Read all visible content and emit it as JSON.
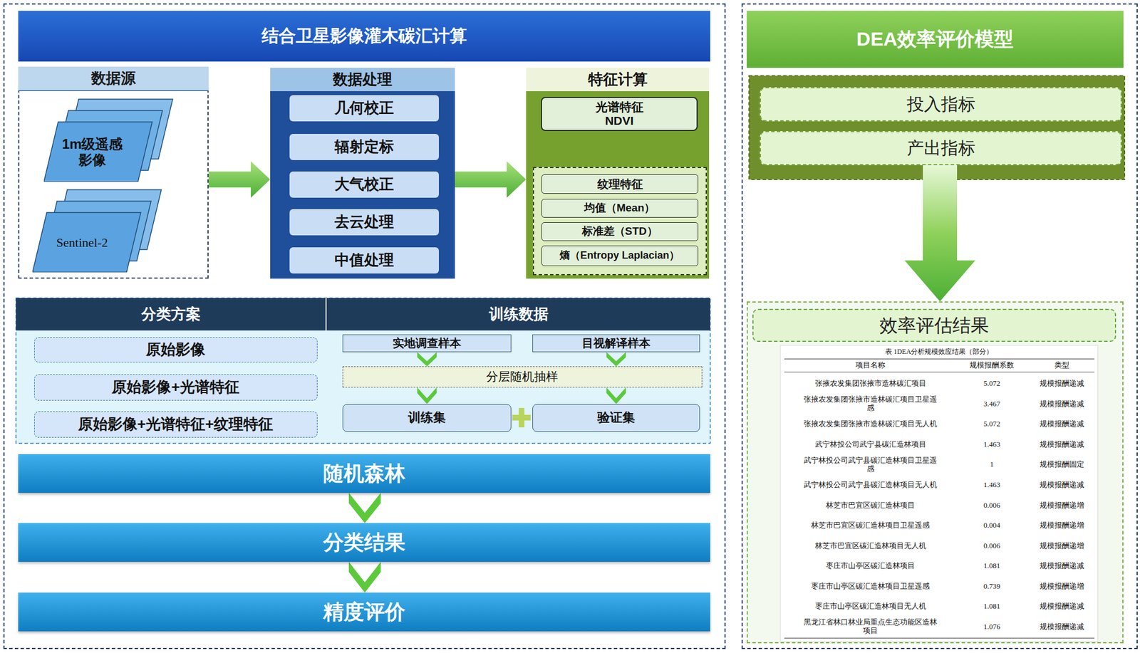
{
  "diagram": {
    "nodes": [
      {
        "text": [
          "结合卫星影像灌木碳汇计算"
        ]
      },
      {
        "text": [
          "数据源"
        ],
        "in": 0
      },
      {
        "text": [
          "1m级遥感影像"
        ],
        "in": 1
      },
      {
        "text": [
          "Sentinel-2"
        ],
        "in": 1
      },
      {
        "text": [
          "数据处理"
        ],
        "in": 0
      },
      {
        "text": [
          "几何校正"
        ],
        "in": 4
      },
      {
        "text": [
          "辐射定标"
        ],
        "in": 4
      },
      {
        "text": [
          "大气校正"
        ],
        "in": 4
      },
      {
        "text": [
          "去云处理"
        ],
        "in": 4
      },
      {
        "text": [
          "中值处理"
        ],
        "in": 4
      },
      {
        "text": [
          "特征计算"
        ],
        "in": 0
      },
      {
        "text": [
          "光谱特征 NDVI"
        ],
        "in": 10
      },
      {
        "text": [
          "纹理特征"
        ],
        "in": 10
      },
      {
        "text": [
          "均值（Mean）"
        ],
        "in": 12
      },
      {
        "text": [
          "标准差（STD）"
        ],
        "in": 12
      },
      {
        "text": [
          "熵（Entropy Laplacian）"
        ],
        "in": 12
      },
      {
        "text": [
          "分类方案"
        ],
        "in": 0
      },
      {
        "text": [
          "原始影像"
        ],
        "in": 16
      },
      {
        "text": [
          "原始影像+光谱特征"
        ],
        "in": 16
      },
      {
        "text": [
          "原始影像+光谱特征+纹理特征"
        ],
        "in": 16
      },
      {
        "text": [
          "训练数据"
        ],
        "in": 0
      },
      {
        "text": [
          "实地调查样本"
        ],
        "in": 20
      },
      {
        "text": [
          "目视解译样本"
        ],
        "in": 20
      },
      {
        "text": [
          "分层随机抽样"
        ],
        "in": 20
      },
      {
        "text": [
          "训练集"
        ],
        "in": 20
      },
      {
        "text": [
          "验证集"
        ],
        "in": 20
      },
      {
        "text": [
          "随机森林"
        ],
        "in": 0
      },
      {
        "text": [
          "分类结果"
        ],
        "in": 0
      },
      {
        "text": [
          "精度评价"
        ],
        "in": 0
      },
      {
        "text": [
          "DEA效率评价模型"
        ]
      },
      {
        "text": [
          "投入指标"
        ],
        "in": 29
      },
      {
        "text": [
          "产出指标"
        ],
        "in": 29
      },
      {
        "text": [
          "效率评估结果"
        ],
        "in": 29
      }
    ],
    "edges": [
      {
        "from": 1,
        "to": 4,
        "arrow": "to"
      },
      {
        "from": 4,
        "to": 10,
        "arrow": "to"
      },
      {
        "from": 21,
        "to": 23,
        "arrow": "to"
      },
      {
        "from": 22,
        "to": 23,
        "arrow": "to"
      },
      {
        "from": 23,
        "to": 24,
        "arrow": "to"
      },
      {
        "from": 23,
        "to": 25,
        "arrow": "to"
      },
      {
        "from": 26,
        "to": 27,
        "arrow": "to"
      },
      {
        "from": 27,
        "to": 28,
        "arrow": "to"
      },
      {
        "from": 31,
        "to": 32,
        "arrow": "to"
      }
    ],
    "labels": [
      "表 1DEA分析规模效应结果（部分）",
      "项目名称",
      "规模报酬系数",
      "类型",
      "张掖农发集团张掖市造林碳汇项目",
      "5.072",
      "规模报酬递减",
      "张掖农发集团张掖市造林碳汇项目卫星遥感",
      "3.467",
      "规模报酬递减",
      "张掖农发集团张掖市造林碳汇项目无人机",
      "5.072",
      "规模报酬递减",
      "武宁林投公司武宁县碳汇造林项目",
      "1.463",
      "规模报酬递减",
      "武宁林投公司武宁县碳汇造林项目卫星遥感",
      "1",
      "规模报酬固定",
      "武宁林投公司武宁县碳汇造林项目无人机",
      "1.463",
      "规模报酬递减",
      "林芝市巴宜区碳汇造林项目",
      "0.006",
      "规模报酬递增",
      "林芝市巴宜区碳汇造林项目卫星遥感",
      "0.004",
      "规模报酬递增",
      "林芝市巴宜区碳汇造林项目无人机",
      "0.006",
      "规模报酬递增",
      "枣庄市山亭区碳汇造林项目",
      "1.081",
      "规模报酬递减",
      "枣庄市山亭区碳汇造林项目卫星遥感",
      "0.739",
      "规模报酬递增",
      "枣庄市山亭区碳汇造林项目无人机",
      "1.081",
      "规模报酬递减",
      "黑龙江省林口林业局重点生态功能区造林项目",
      "1.076",
      "规模报酬递减"
    ]
  }
}
